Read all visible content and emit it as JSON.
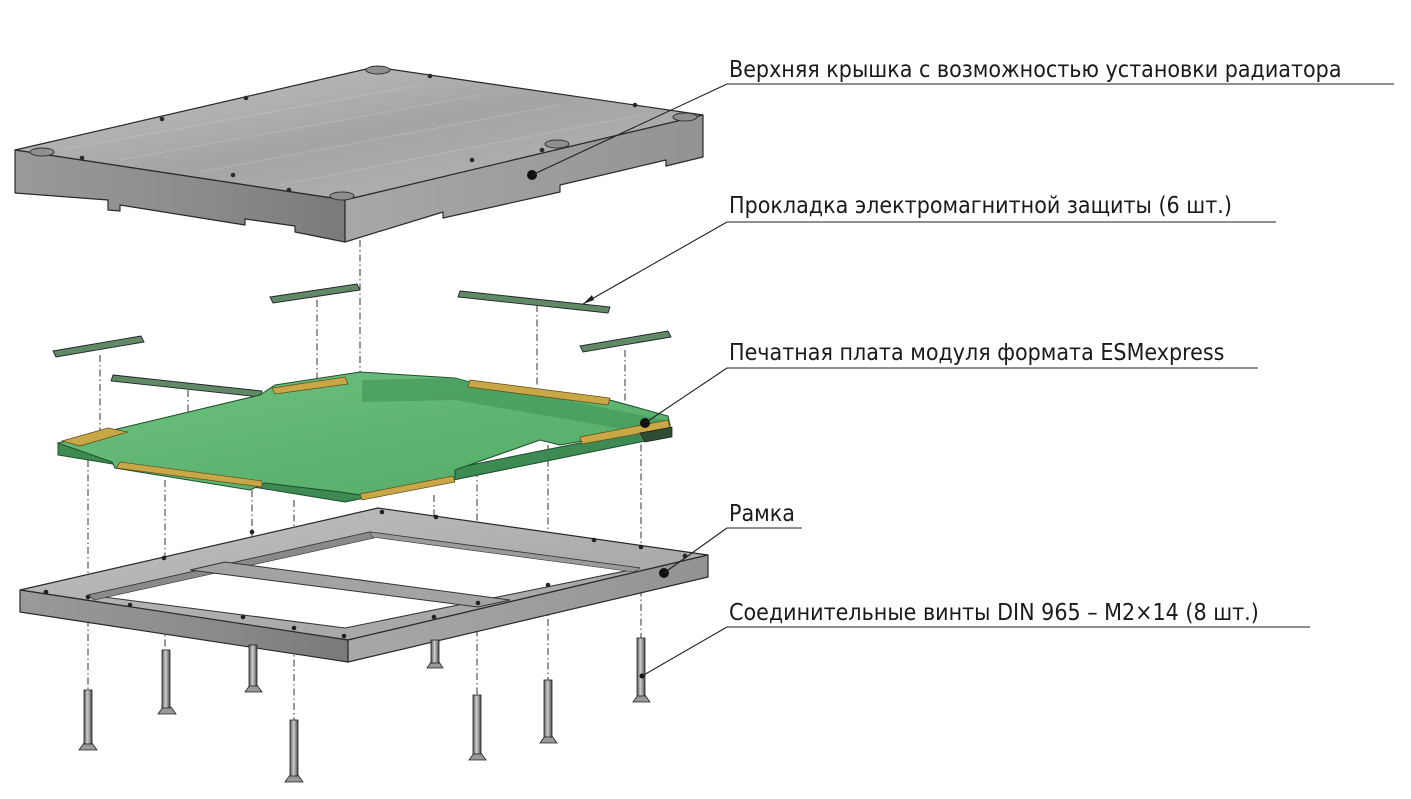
{
  "callouts": [
    {
      "id": "top-cover",
      "label": "Верхняя крышка с возможностью установки радиатора"
    },
    {
      "id": "emi-gasket",
      "label": "Прокладка электромагнитной защиты (6 шт.)"
    },
    {
      "id": "pcb",
      "label": "Печатная плата модуля формата ESMexpress"
    },
    {
      "id": "frame",
      "label": "Рамка"
    },
    {
      "id": "screws",
      "label": "Соединительные винты DIN 965 – M2×14 (8 шт.)"
    }
  ],
  "colors": {
    "metal_light": "#b9b9b9",
    "metal_top": "#a7a7a7",
    "metal_front": "#8d8d8d",
    "metal_dark": "#6e6e6e",
    "pcb_green": "#5fb872",
    "pcb_edge": "#3d8a52",
    "gold_pad": "#c9a646",
    "gasket_green": "#5f8a63"
  }
}
